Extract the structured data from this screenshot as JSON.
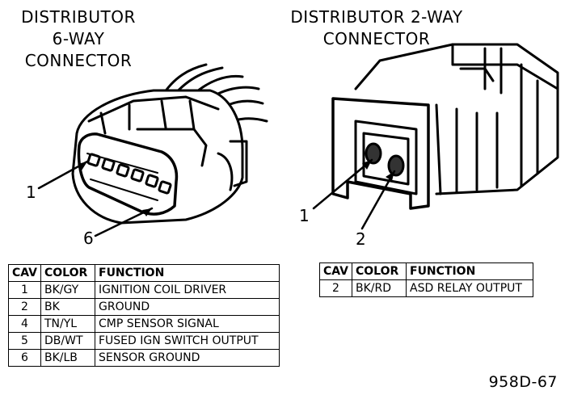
{
  "left_connector": {
    "title_lines": [
      "DISTRIBUTOR",
      "6-WAY",
      "CONNECTOR"
    ],
    "callouts": [
      "1",
      "6"
    ],
    "table": {
      "headers": [
        "CAV",
        "COLOR",
        "FUNCTION"
      ],
      "rows": [
        {
          "cav": "1",
          "color": "BK/GY",
          "function": "IGNITION COIL DRIVER"
        },
        {
          "cav": "2",
          "color": "BK",
          "function": "GROUND"
        },
        {
          "cav": "4",
          "color": "TN/YL",
          "function": "CMP SENSOR SIGNAL"
        },
        {
          "cav": "5",
          "color": "DB/WT",
          "function": "FUSED IGN SWITCH OUTPUT"
        },
        {
          "cav": "6",
          "color": "BK/LB",
          "function": "SENSOR GROUND"
        }
      ]
    }
  },
  "right_connector": {
    "title_lines": [
      "DISTRIBUTOR 2-WAY",
      "CONNECTOR"
    ],
    "callouts": [
      "1",
      "2"
    ],
    "table": {
      "headers": [
        "CAV",
        "COLOR",
        "FUNCTION"
      ],
      "rows": [
        {
          "cav": "2",
          "color": "BK/RD",
          "function": "ASD RELAY OUTPUT"
        }
      ]
    }
  },
  "figure_id": "958D-67"
}
